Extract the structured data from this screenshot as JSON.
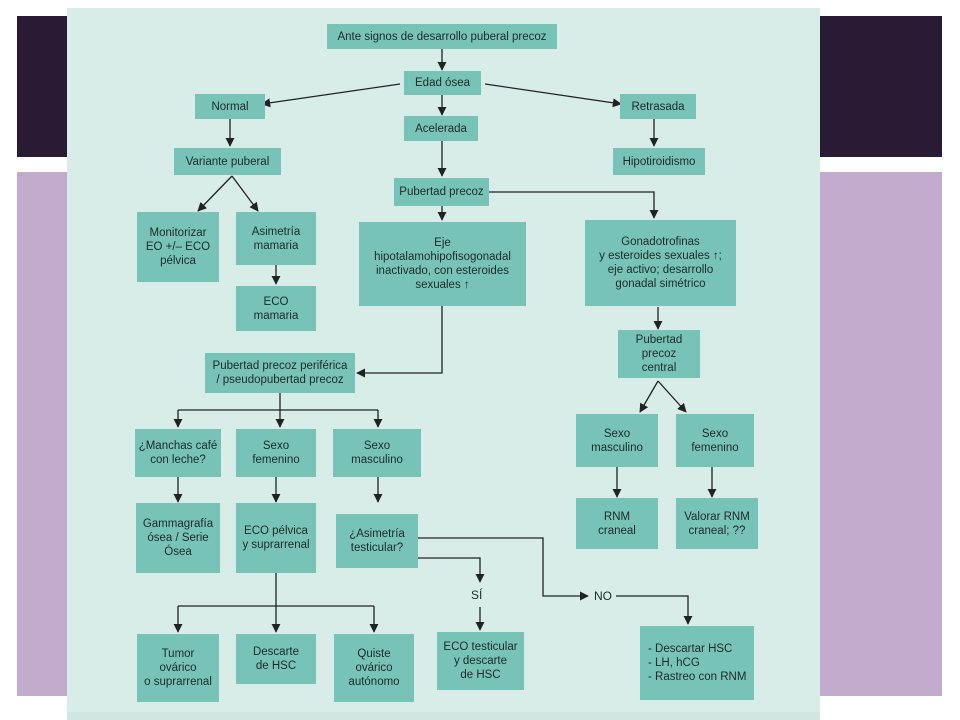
{
  "flowchart": {
    "nodes": {
      "start": "Ante signos de desarrollo puberal precoz",
      "edad_osea": "Edad ósea",
      "normal": "Normal",
      "acelerada": "Acelerada",
      "retrasada": "Retrasada",
      "variante_puberal": "Variante puberal",
      "hipotiroidismo": "Hipotiroidismo",
      "pubertad_precoz": "Pubertad precoz",
      "monitorizar": "Monitorizar\nEO +/– ECO\npélvica",
      "asimetria_mamaria": "Asimetría\nmamaria",
      "eco_mamaria": "ECO\nmamaria",
      "eje_inactivado": "Eje\nhipotalamohipofisogonadal\ninactivado, con esteroides\nsexuales ↑",
      "gonadotrofinas": "Gonadotrofinas\ny esteroides sexuales ↑;\neje activo; desarrollo\ngonadal simétrico",
      "pubertad_central": "Pubertad precoz\ncentral",
      "pubertad_periferica": "Pubertad precoz periférica\n/ pseudopubertad precoz",
      "manchas": "¿Manchas café\ncon leche?",
      "sexo_femenino_1": "Sexo\nfemenino",
      "sexo_masculino_1": "Sexo\nmasculino",
      "sexo_masculino_2": "Sexo\nmasculino",
      "sexo_femenino_2": "Sexo\nfemenino",
      "gammagrafia": "Gammagrafía\nósea / Serie\nÓsea",
      "eco_pelvica": "ECO pélvica\ny suprarrenal",
      "asimetria_testicular": "¿Asimetría\ntesticular?",
      "rnm_craneal": "RNM\ncraneal",
      "valorar_rnm": "Valorar RNM\ncraneal; ??",
      "tumor": "Tumor\novárico\no suprarrenal",
      "descarte_hsc": "Descarte\nde HSC",
      "quiste": "Quiste\novárico\nautónomo",
      "eco_testicular": "ECO testicular\ny descarte\nde HSC",
      "descartar_list": "- Descartar HSC\n- LH, hCG\n- Rastreo con RNM"
    },
    "labels": {
      "si": "SÍ",
      "no": "NO"
    }
  },
  "colors": {
    "box": "#78c3b8",
    "panel": "#d8ece8",
    "band_dark": "#2a1a33",
    "band_lilac": "#c2abcc"
  }
}
